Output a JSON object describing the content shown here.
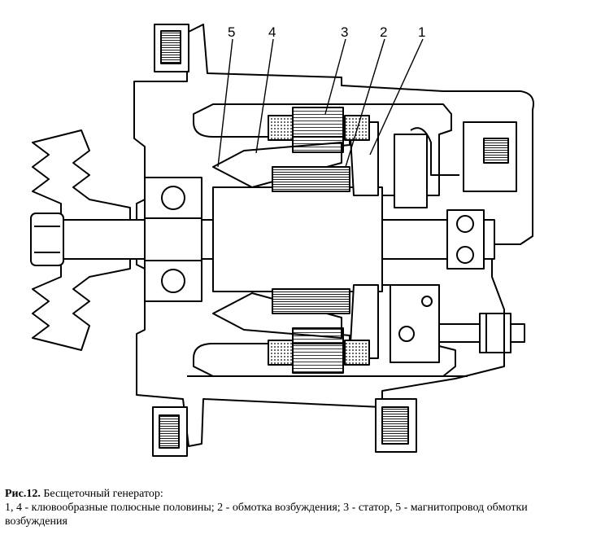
{
  "figure": {
    "callouts": [
      {
        "id": "5",
        "label": "5"
      },
      {
        "id": "4",
        "label": "4"
      },
      {
        "id": "3",
        "label": "3"
      },
      {
        "id": "2",
        "label": "2"
      },
      {
        "id": "1",
        "label": "1"
      }
    ]
  },
  "caption": {
    "figure_number": "Рис.12.",
    "title": "Бесщеточный генератор:",
    "legend": "1, 4 - клювообразные полюсные половины; 2 - обмотка возбуждения; 3 - статор, 5 - магнитопровод обмотки возбуждения"
  }
}
